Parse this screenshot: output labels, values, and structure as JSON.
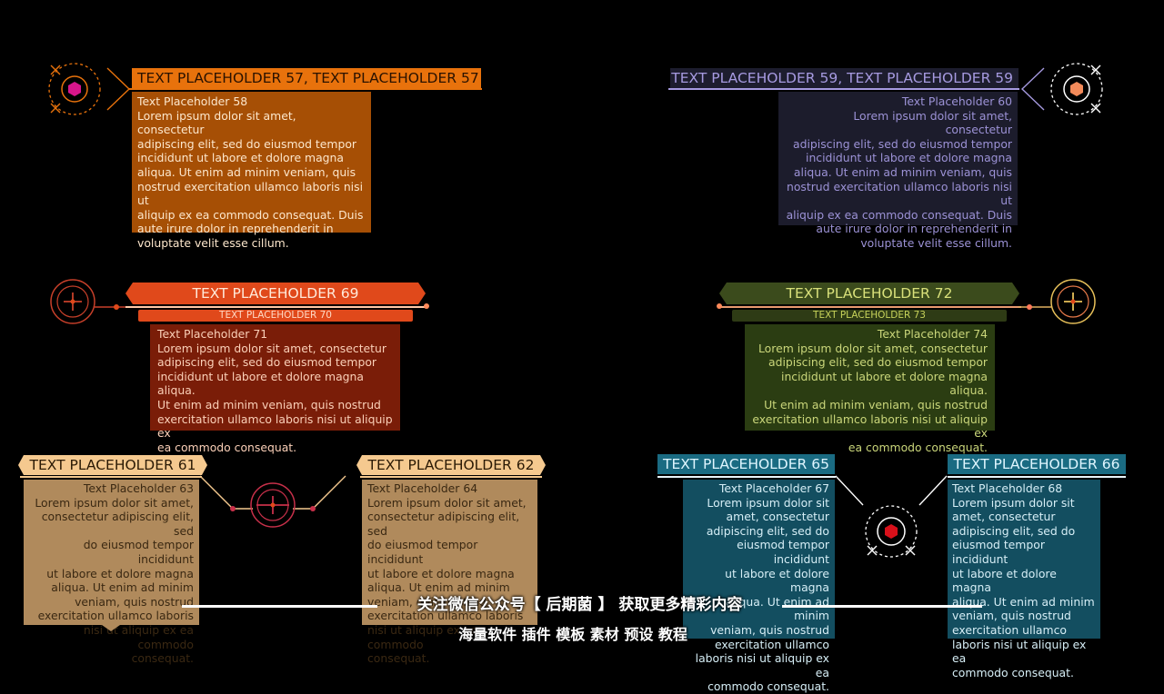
{
  "colors": {
    "background": "#000000",
    "orange": "#e8720c",
    "lavender": "#a69ae0",
    "red": "#e0491b",
    "olive": "#c7d35a",
    "tan": "#f5c98f",
    "teal": "#1a6b82"
  },
  "p1": {
    "header": "TEXT PLACEHOLDER 57, TEXT PLACEHOLDER 57",
    "title": "Text Placeholder 58",
    "body": "Lorem ipsum dolor sit amet, consectetur\nadipiscing elit, sed do eiusmod tempor\nincididunt ut labore et dolore magna\naliqua. Ut enim ad minim veniam, quis\nnostrud exercitation ullamco laboris nisi ut\naliquip ex ea commodo consequat. Duis\naute irure dolor in reprehenderit in\nvoluptate velit esse cillum.",
    "icon": "hexagon-target-icon"
  },
  "p2": {
    "header": "TEXT PLACEHOLDER 59, TEXT PLACEHOLDER 59",
    "title": "Text Placeholder 60",
    "body": "Lorem ipsum dolor sit amet, consectetur\nadipiscing elit, sed do eiusmod tempor\nincididunt ut labore et dolore magna\naliqua. Ut enim ad minim veniam, quis\nnostrud exercitation ullamco laboris nisi ut\naliquip ex ea commodo consequat. Duis\naute irure dolor in reprehenderit in\nvoluptate velit esse cillum.",
    "icon": "hexagon-target-icon"
  },
  "p3": {
    "header": "TEXT PLACEHOLDER 69",
    "sub": "TEXT PLACEHOLDER 70",
    "title": "Text Placeholder 71",
    "body": "Lorem ipsum dolor sit amet, consectetur\nadipiscing elit, sed do eiusmod tempor\nincididunt ut labore et dolore magna aliqua.\nUt enim ad minim veniam, quis nostrud\nexercitation ullamco laboris nisi ut aliquip ex\nea commodo consequat.",
    "icon": "crosshair-icon"
  },
  "p4": {
    "header": "TEXT PLACEHOLDER 72",
    "sub": "TEXT PLACEHOLDER 73",
    "title": "Text Placeholder 74",
    "body": "Lorem ipsum dolor sit amet, consectetur\nadipiscing elit, sed do eiusmod tempor\nincididunt ut labore et dolore magna aliqua.\nUt enim ad minim veniam, quis nostrud\nexercitation ullamco laboris nisi ut aliquip ex\nea commodo consequat.",
    "icon": "crosshair-icon"
  },
  "p5": {
    "left_header": "TEXT PLACEHOLDER 61",
    "left_title": "Text Placeholder 63",
    "left_body": "Lorem ipsum dolor sit amet,\nconsectetur adipiscing elit, sed\ndo eiusmod tempor incididunt\nut labore et dolore magna\naliqua. Ut enim ad minim\nveniam, quis nostrud\nexercitation ullamco laboris\nnisi ut aliquip ex ea commodo\nconsequat.",
    "right_header": "TEXT PLACEHOLDER 62",
    "right_title": "Text Placeholder 64",
    "right_body": "Lorem ipsum dolor sit amet,\nconsectetur adipiscing elit, sed\ndo eiusmod tempor incididunt\nut labore et dolore magna\naliqua. Ut enim ad minim\nveniam, quis nostrud\nexercitation ullamco laboris\nnisi ut aliquip ex ea commodo\nconsequat.",
    "icon": "crosshair-icon"
  },
  "p6": {
    "left_header": "TEXT PLACEHOLDER 65",
    "left_title": "Text Placeholder 67",
    "left_body": "Lorem ipsum dolor sit\namet, consectetur\nadipiscing elit, sed do\neiusmod tempor incididunt\nut labore et dolore magna\naliqua. Ut enim ad minim\nveniam, quis nostrud\nexercitation ullamco\nlaboris nisi ut aliquip ex ea\ncommodo consequat.",
    "right_header": "TEXT PLACEHOLDER 66",
    "right_title": "Text Placeholder 68",
    "right_body": "Lorem ipsum dolor sit\namet, consectetur\nadipiscing elit, sed do\neiusmod tempor incididunt\nut labore et dolore magna\naliqua. Ut enim ad minim\nveniam, quis nostrud\nexercitation ullamco\nlaboris nisi ut aliquip ex ea\ncommodo consequat.",
    "icon": "hexagon-target-icon"
  },
  "overlay": {
    "line1": "关注微信公众号【 后期菌 】 获取更多精彩内容",
    "line2": "海量软件 插件 模板 素材 预设 教程"
  }
}
